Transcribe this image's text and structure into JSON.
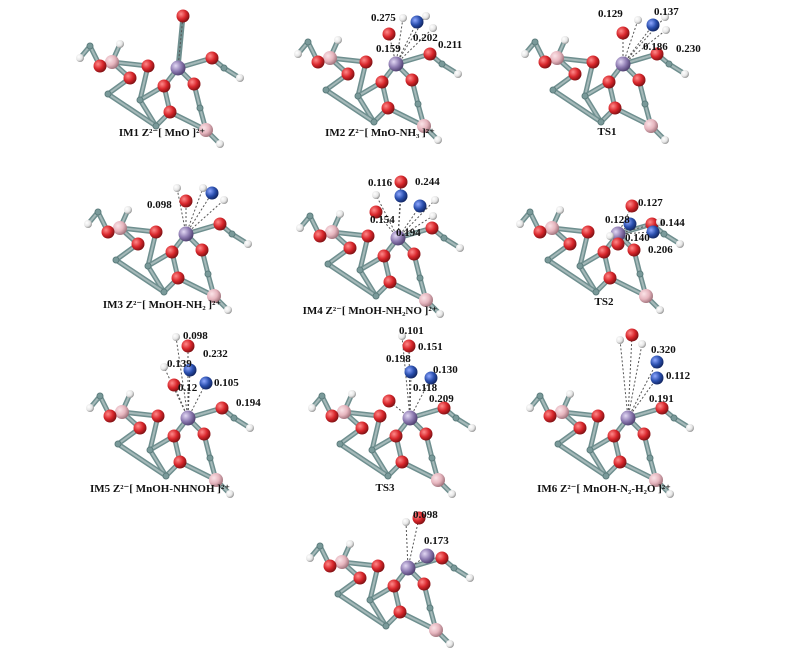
{
  "colors": {
    "oxygen": "#d8262b",
    "manganese": "#8c79b0",
    "nitrogen": "#2a4fae",
    "hydrogen": "#e6e6e6",
    "carbon": "#7a9a9a",
    "aluminum": "#e6b5be"
  },
  "panels": [
    {
      "id": "IM1",
      "caption": "IM1 Z²⁻[ MnO ]²⁺",
      "labels": []
    },
    {
      "id": "IM2",
      "caption": "IM2 Z²⁻[ MnO-NH₃ ]²⁺",
      "labels": [
        "0.275",
        "0.202",
        "0.159",
        "0.211"
      ]
    },
    {
      "id": "TS1",
      "caption": "TS1",
      "labels": [
        "0.129",
        "0.137",
        "0.186",
        "0.230"
      ]
    },
    {
      "id": "IM3",
      "caption": "IM3 Z²⁻[ MnOH-NH₂ ]²⁺",
      "labels": [
        "0.098"
      ]
    },
    {
      "id": "IM4",
      "caption": "IM4 Z²⁻[ MnOH-NH₂NO ]²⁺",
      "labels": [
        "0.116",
        "0.244",
        "0.154",
        "0.194"
      ]
    },
    {
      "id": "TS2",
      "caption": "TS2",
      "labels": [
        "0.127",
        "0.128",
        "0.144",
        "0.140",
        "0.206"
      ]
    },
    {
      "id": "IM5",
      "caption": "IM5 Z²⁻[ MnOH-NHNOH ]²⁺",
      "labels": [
        "0.098",
        "0.232",
        "0.139",
        "0.12",
        "0.105",
        "0.194"
      ]
    },
    {
      "id": "TS3",
      "caption": "TS3",
      "labels": [
        "0.101",
        "0.151",
        "0.198",
        "0.130",
        "0.118",
        "0.209"
      ]
    },
    {
      "id": "IM6",
      "caption": "IM6 Z²⁻[ MnOH-N₂-H₂O ]²⁺",
      "labels": [
        "0.320",
        "0.112",
        "0.191"
      ]
    },
    {
      "id": "IM7",
      "caption": "",
      "labels": [
        "0.098",
        "0.173"
      ]
    }
  ]
}
